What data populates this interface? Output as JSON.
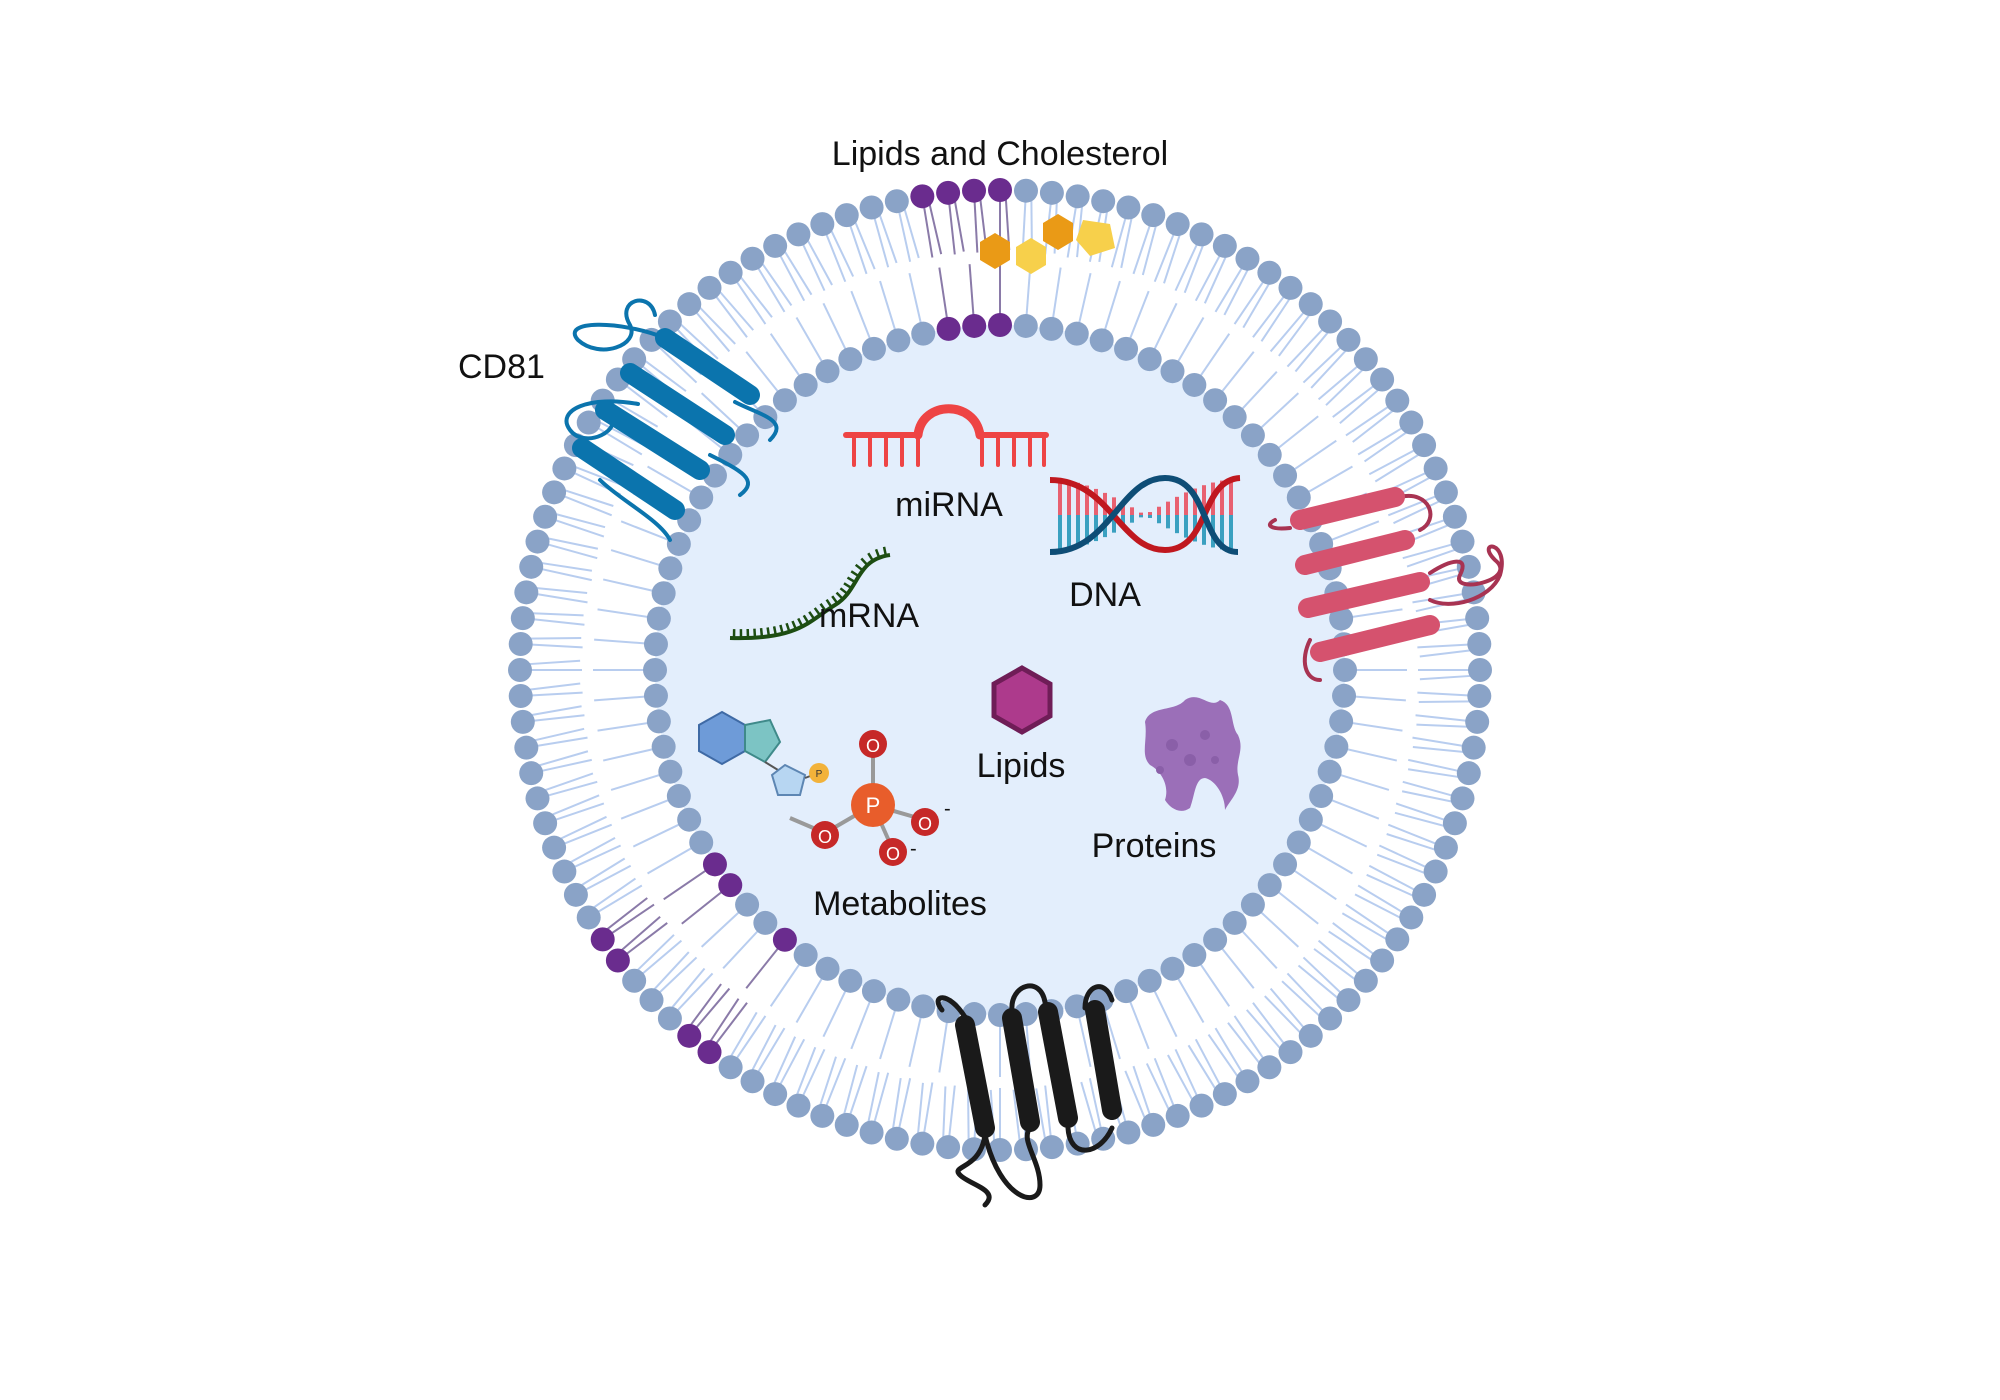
{
  "labels": {
    "lipids_cholesterol": "Lipids and Cholesterol",
    "cd81": "CD81",
    "mirna": "miRNA",
    "dna": "DNA",
    "mrna": "mRNA",
    "lipids": "Lipids",
    "proteins": "Proteins",
    "metabolites": "Metabolites"
  },
  "metabolite_atoms": {
    "phosphorus": "P",
    "oxygen": "O",
    "phosphate_small": "P",
    "negative_charge": "-"
  },
  "colors": {
    "membrane_head": "#8aa3c7",
    "membrane_tail": "#b8cdef",
    "lumen": "#e3eefc",
    "lipid_raft_head": "#6a2c8e",
    "cd81": "#0b74ad",
    "red_protein": "#d5526e",
    "black_protein": "#1a1a1a",
    "mirna": "#ee4444",
    "mrna": "#1d4d12",
    "lipid_hexagon": "#ad3a8c",
    "protein_blob": "#9b6fb8",
    "cholesterol_dark": "#ea9a16",
    "cholesterol_light": "#f7d04b"
  }
}
